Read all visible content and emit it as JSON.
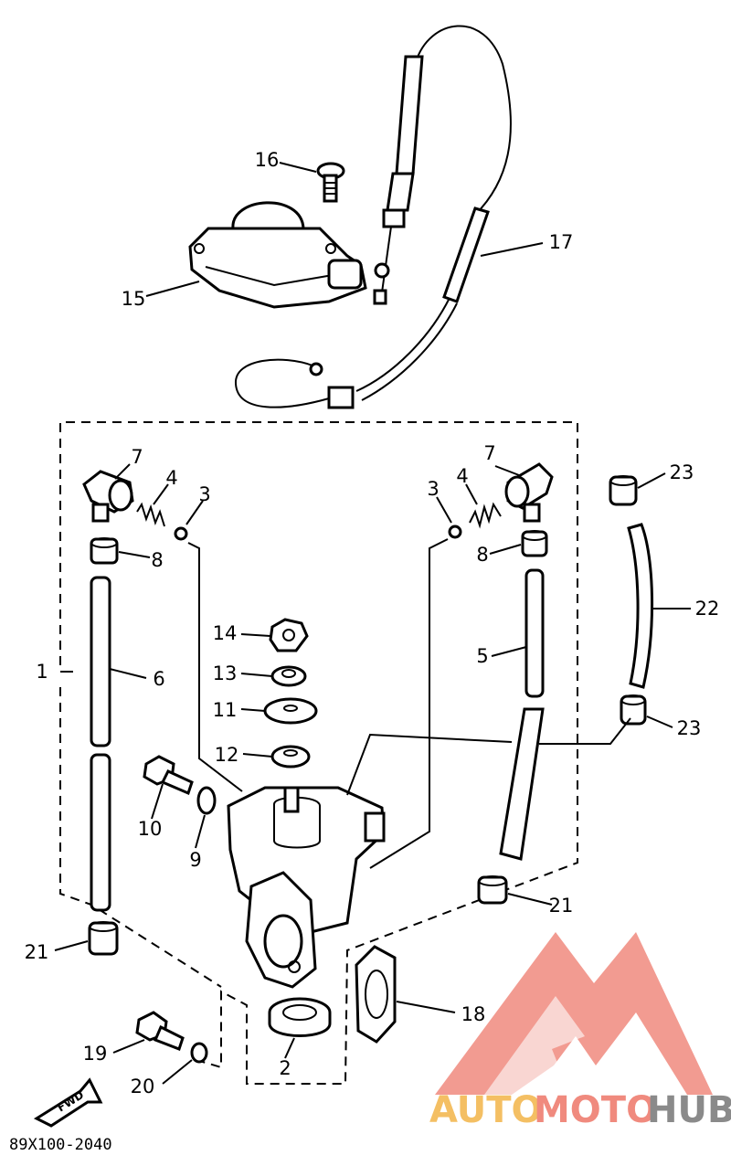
{
  "diagram": {
    "code": "89X100-2040",
    "fwd_label": "FWD"
  },
  "callouts": {
    "c1": "1",
    "c2": "2",
    "c3a": "3",
    "c3b": "3",
    "c4a": "4",
    "c4b": "4",
    "c5": "5",
    "c6": "6",
    "c7a": "7",
    "c7b": "7",
    "c8a": "8",
    "c8b": "8",
    "c9": "9",
    "c10": "10",
    "c11": "11",
    "c12": "12",
    "c13": "13",
    "c14": "14",
    "c15": "15",
    "c16": "16",
    "c17": "17",
    "c18": "18",
    "c19": "19",
    "c20": "20",
    "c21a": "21",
    "c21b": "21",
    "c22": "22",
    "c23a": "23",
    "c23b": "23"
  },
  "watermark": {
    "part1": "AUTO",
    "part2": "MOTO",
    "part3": "HUB",
    "logo_color": "#f08a7e",
    "auto_color": "#f4bf63",
    "hub_color": "#8a8a8a"
  }
}
